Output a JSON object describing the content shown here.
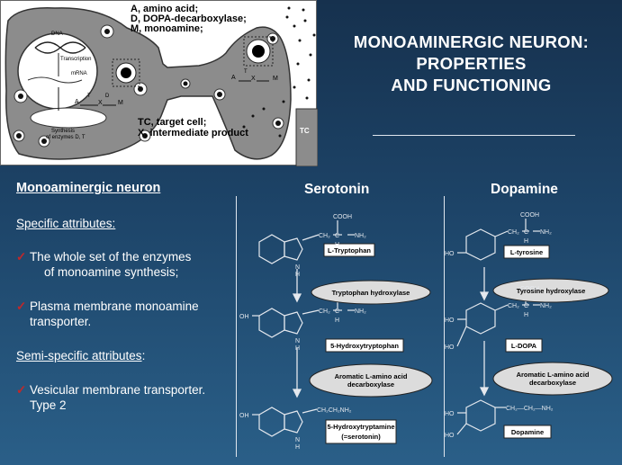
{
  "neuron_diagram": {
    "legend_line1": "A, amino acid;",
    "legend_line2": "D, DOPA-decarboxylase;",
    "legend_line3": "M, monoamine;",
    "legend_line4": "TC, target cell;",
    "legend_line5": "X, intermediate product",
    "dna": "DNA",
    "transcription": "Transcription",
    "mrna": "mRNA",
    "synthesis": "Synthesis",
    "of_enzymes": "of enzymes D, T",
    "tc": "TC",
    "letters": {
      "a": "A",
      "t": "T",
      "d": "D",
      "x": "X",
      "m": "M"
    }
  },
  "title": {
    "line1": "MONOAMINERGIC NEURON:",
    "line2": "PROPERTIES",
    "line3": "AND FUNCTIONING"
  },
  "left": {
    "heading": "Monoaminergic neuron",
    "specific": "Specific attributes:",
    "item1a": "The whole set of the enzymes",
    "item1b": "of monoamine synthesis;",
    "item2a": "Plasma membrane monoamine",
    "item2b": "transporter.",
    "semi": "Semi-specific attributes",
    "semi_colon": ":",
    "item3a": "Vesicular membrane transporter.",
    "item3b": "Type 2",
    "check": "✓"
  },
  "serotonin": {
    "header": "Serotonin",
    "box1": "L-Tryptophan",
    "enzyme1": "Tryptophan hydroxylase",
    "box2": "5-Hydroxytryptophan",
    "enzyme2a": "Aromatic L-amino acid",
    "enzyme2b": "decarboxylase",
    "box3a": "5-Hydroxytryptamine",
    "box3b": "(=serotonin)"
  },
  "dopamine": {
    "header": "Dopamine",
    "box1": "L-tyrosine",
    "enzyme1": "Tyrosine hydroxylase",
    "box2": "L-DOPA",
    "enzyme2a": "Aromatic L-amino acid",
    "enzyme2b": "decarboxylase",
    "box3": "Dopamine"
  },
  "chem_labels": {
    "cooh": "COOH",
    "ch2": "CH₂",
    "ch": "C",
    "h": "H",
    "nh2": "NH₂",
    "nh": "N",
    "oh": "OH",
    "ho": "HO",
    "ch2ch2nh2": "CH₂CH₂NH₂",
    "ch2ch2nh2_dop": "CH₂—CH₂—NH₂"
  }
}
